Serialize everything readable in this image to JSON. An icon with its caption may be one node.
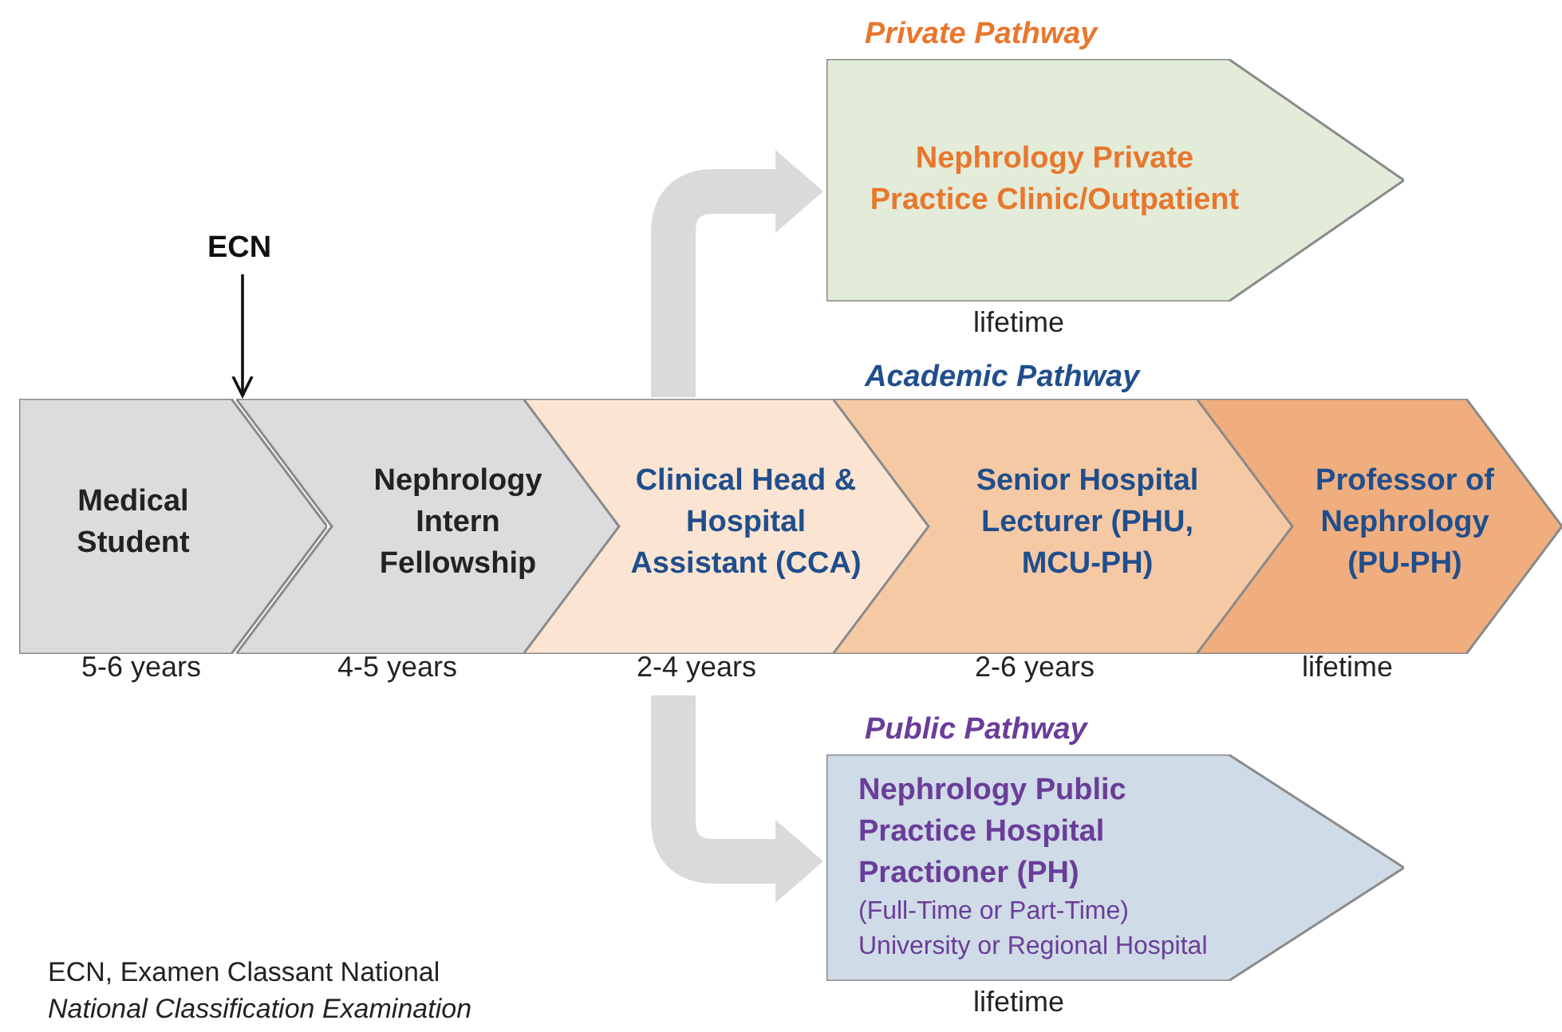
{
  "diagram": {
    "nodes": [
      {
        "text": [
          "ECN"
        ]
      },
      {
        "text": [
          "Medical Student"
        ],
        "beside": [
          "5-6 years"
        ]
      },
      {
        "text": [
          "Nephrology Intern Fellowship"
        ],
        "beside": [
          "4-5 years"
        ]
      },
      {
        "text": [
          "Clinical Head & Hospital Assistant (CCA)"
        ],
        "beside": [
          "2-4 years"
        ]
      },
      {
        "text": [
          "Senior Hospital Lecturer (PHU, MCU-PH)"
        ],
        "beside": [
          "2-6 years"
        ]
      },
      {
        "text": [
          "Professor of Nephrology (PU-PH)"
        ],
        "beside": [
          "lifetime"
        ]
      },
      {
        "text": [
          "Private Pathway",
          "Nephrology Private Practice Clinic/Outpatient"
        ],
        "beside": [
          "lifetime"
        ]
      },
      {
        "text": [
          "Public Pathway",
          "Nephrology Public Practice Hospital Practioner (PH)",
          "(Full-Time or Part-Time)",
          "University or Regional Hospital"
        ],
        "beside": [
          "lifetime"
        ]
      }
    ],
    "edges": [
      {
        "from": 0,
        "to": 2,
        "arrow": "to",
        "color": "#111111"
      },
      {
        "from": 3,
        "to": 6,
        "arrow": "to"
      },
      {
        "from": 3,
        "to": 7,
        "arrow": "to"
      }
    ],
    "labels": [
      "Academic Pathway",
      "ECN, Examen Classant National",
      "National Classification Examination"
    ]
  }
}
